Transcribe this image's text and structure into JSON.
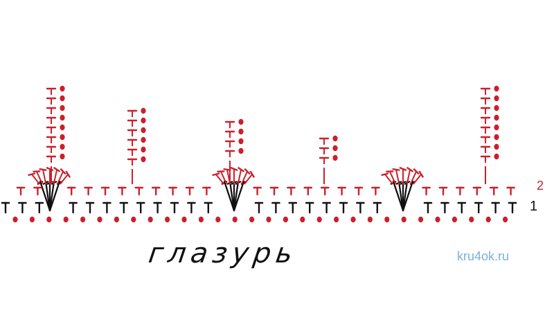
{
  "caption": "глазурь",
  "watermark": "kru4ok.ru",
  "row_labels": {
    "row1": "1",
    "row2": "2"
  },
  "colors": {
    "black": "#111111",
    "red": "#cc1f2b",
    "watermark": "#6aa8d8"
  },
  "symbols": [
    "chain-stitch-dot",
    "double-crochet-T",
    "treble-crochet",
    "fan-shell"
  ]
}
